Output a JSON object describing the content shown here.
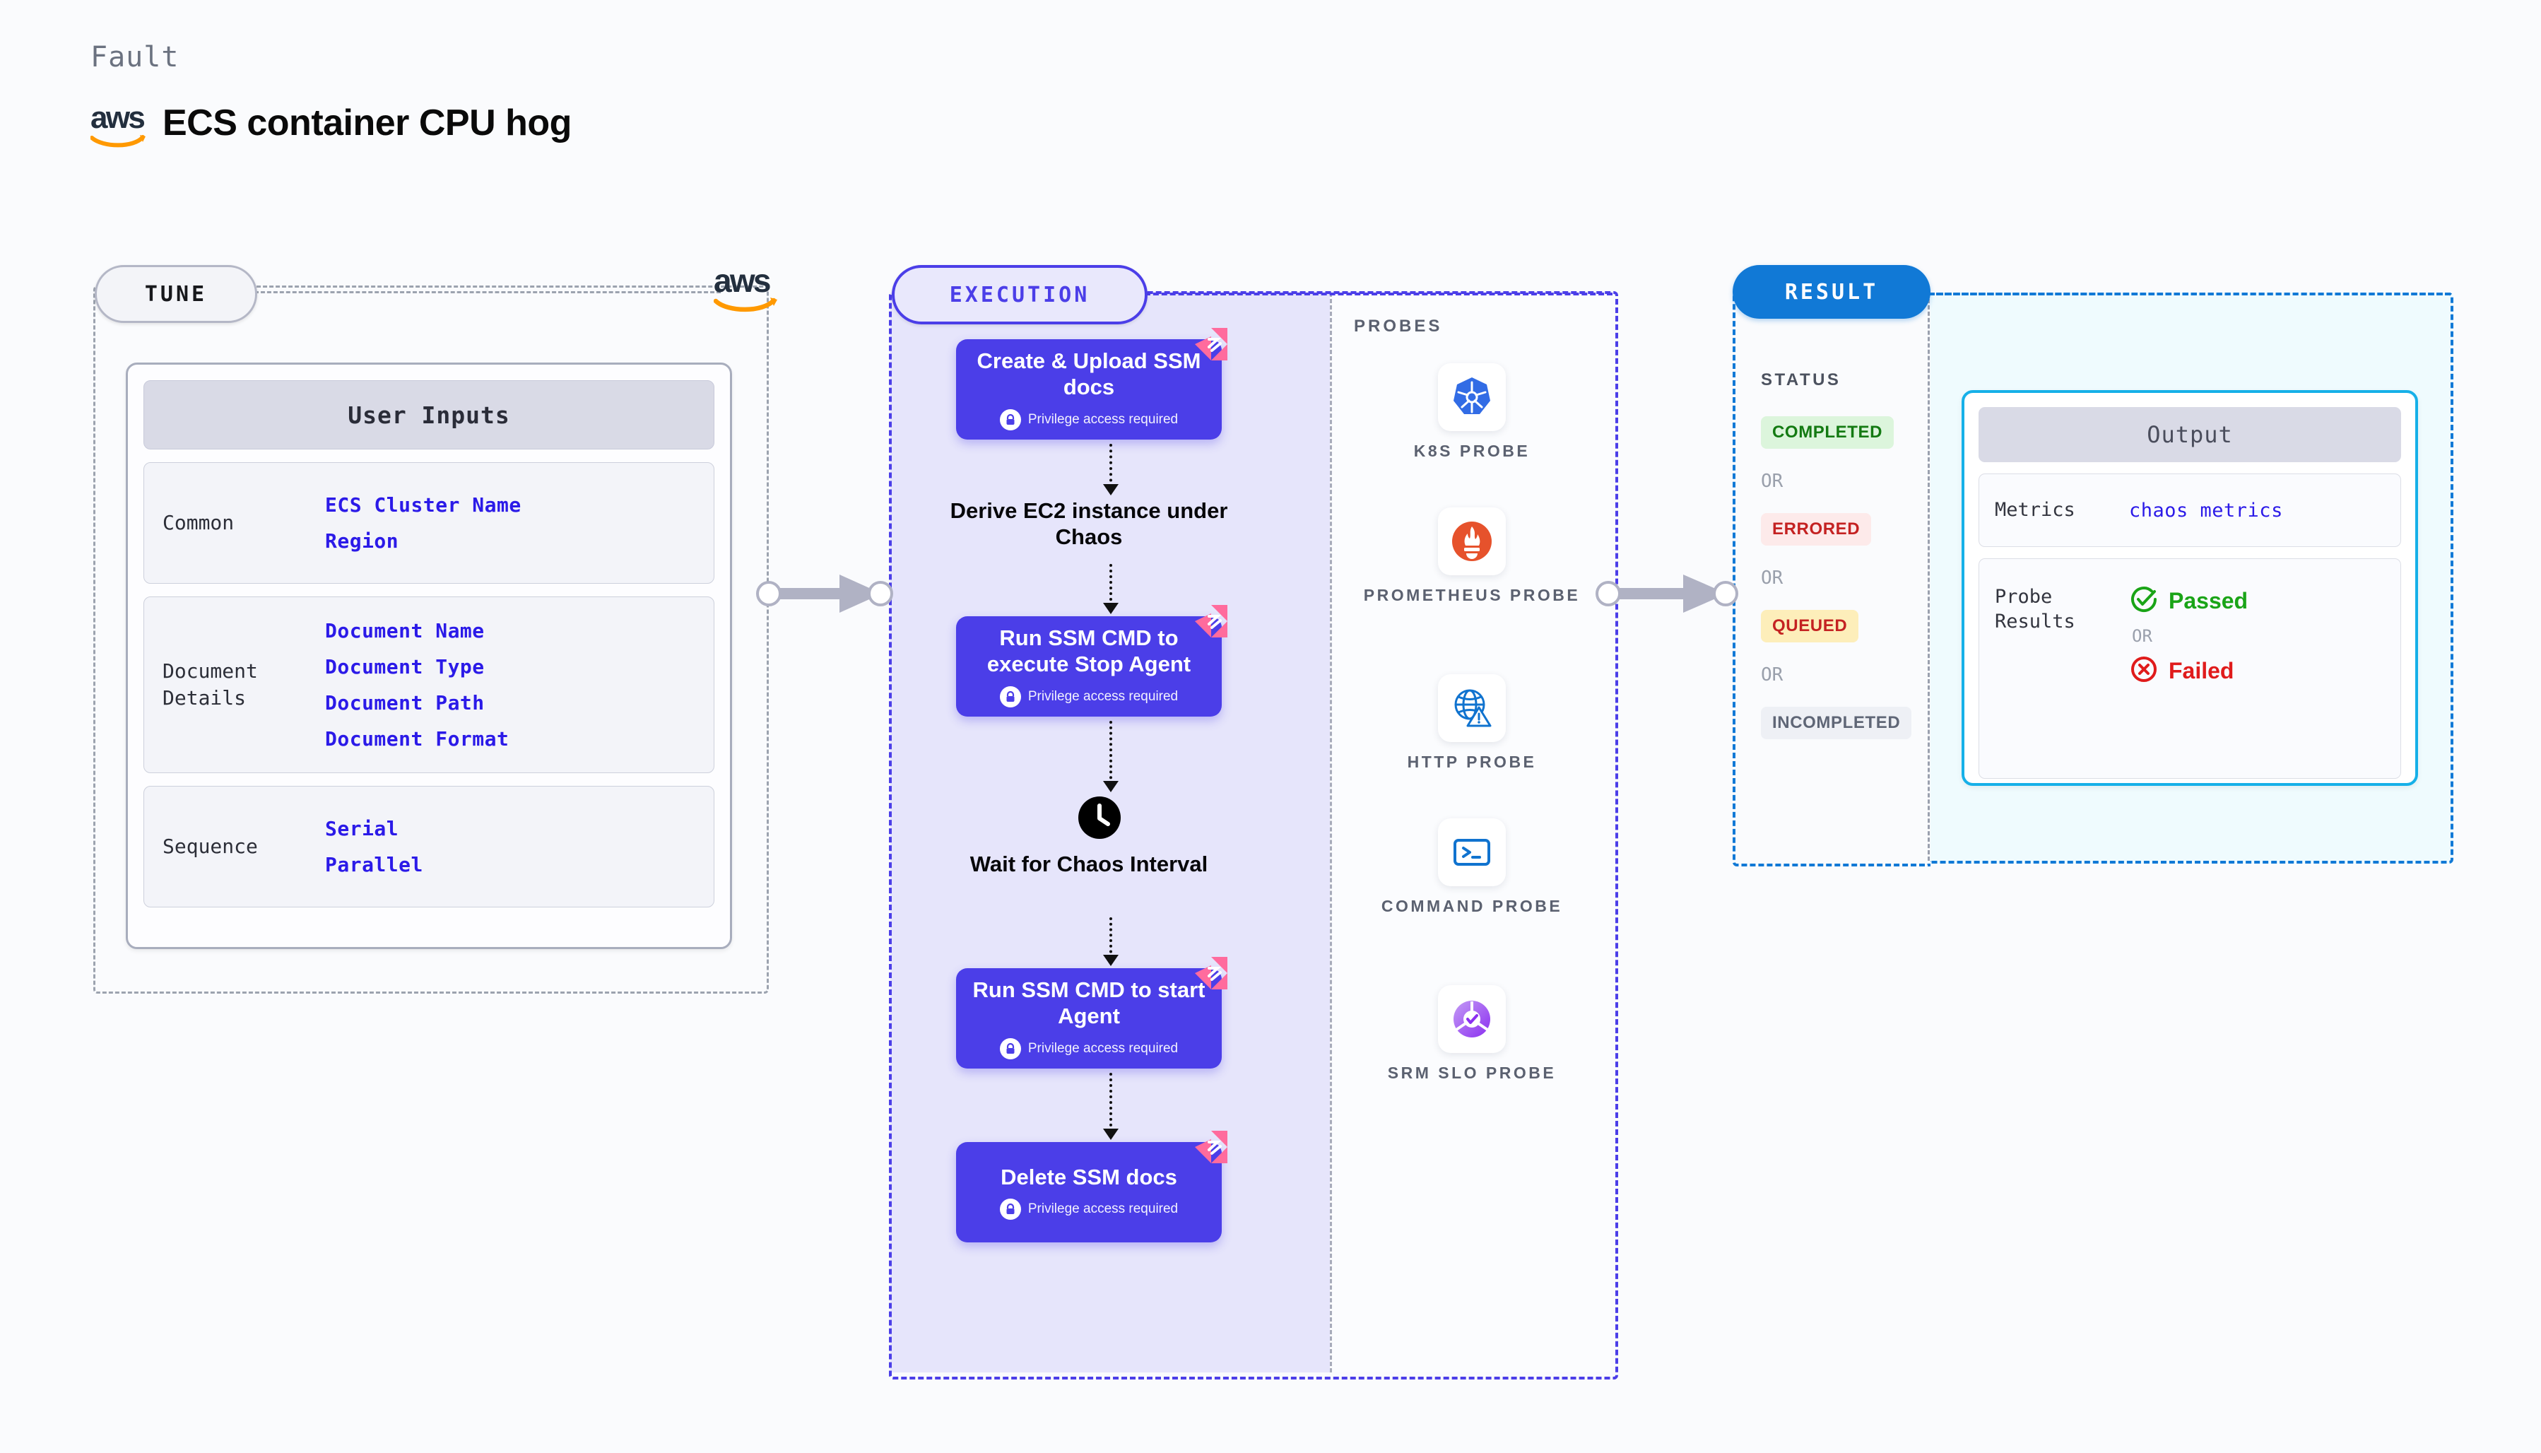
{
  "header": {
    "eyebrow": "Fault",
    "title": "ECS container CPU hog",
    "logo_icon": "aws-logo",
    "aws_word": "aws"
  },
  "colors": {
    "accent_purple": "#4b3ee8",
    "accent_blue": "#1179d6",
    "accent_cyan": "#16b0e8",
    "value_blue": "#2b1ae8",
    "chaos_pink": "#ff6b9d",
    "aws_orange": "#ff9900",
    "k8s_blue": "#326ce5",
    "prometheus_orange": "#e6522c",
    "success_green": "#1aa417",
    "error_red": "#cc1f1f"
  },
  "tune": {
    "pill_label": "TUNE",
    "aws_mark": "aws-logo",
    "card_title": "User Inputs",
    "groups": [
      {
        "label": "Common",
        "values": [
          "ECS Cluster Name",
          "Region"
        ]
      },
      {
        "label": "Document Details",
        "values": [
          "Document Name",
          "Document Type",
          "Document Path",
          "Document Format"
        ]
      },
      {
        "label": "Sequence",
        "values": [
          "Serial",
          "Parallel"
        ]
      }
    ]
  },
  "connectors": [
    {
      "name": "tune-to-execution",
      "icon": "arrow-right-icon"
    },
    {
      "name": "execution-to-result",
      "icon": "arrow-right-icon"
    }
  ],
  "execution": {
    "pill_label": "EXECUTION",
    "privilege_note": "Privilege access required",
    "lock_icon": "lock-icon",
    "chaos_badge_icon": "chaos-pinwheel-icon",
    "clock_icon": "clock-icon",
    "steps": [
      {
        "type": "card",
        "title": "Create & Upload SSM docs",
        "privileged": true
      },
      {
        "type": "plain",
        "title": "Derive EC2 instance under Chaos",
        "privileged": false,
        "icon": ""
      },
      {
        "type": "card",
        "title": "Run SSM CMD to execute Stop Agent",
        "privileged": true
      },
      {
        "type": "plain",
        "title": "Wait for Chaos Interval",
        "privileged": false,
        "icon": "clock-icon"
      },
      {
        "type": "card",
        "title": "Run SSM CMD to start Agent",
        "privileged": true
      },
      {
        "type": "card",
        "title": "Delete SSM docs",
        "privileged": true
      }
    ]
  },
  "probes": {
    "title": "PROBES",
    "items": [
      {
        "label": "K8S PROBE",
        "icon": "kubernetes-icon"
      },
      {
        "label": "PROMETHEUS PROBE",
        "icon": "prometheus-icon"
      },
      {
        "label": "HTTP PROBE",
        "icon": "http-globe-icon"
      },
      {
        "label": "COMMAND PROBE",
        "icon": "terminal-icon"
      },
      {
        "label": "SRM SLO PROBE",
        "icon": "srm-slo-icon"
      }
    ]
  },
  "result": {
    "pill_label": "RESULT",
    "status_title": "STATUS",
    "or_label": "OR",
    "statuses": [
      {
        "label": "COMPLETED",
        "color": "#137a12",
        "bg": "#dcf5dc"
      },
      {
        "label": "ERRORED",
        "color": "#c42222",
        "bg": "#fdeaea"
      },
      {
        "label": "QUEUED",
        "color": "#c42222",
        "bg": "#fdeeba"
      },
      {
        "label": "INCOMPLETED",
        "color": "#5f6676",
        "bg": "#eef0f5"
      }
    ],
    "output": {
      "title": "Output",
      "metrics_label": "Metrics",
      "metrics_value": "chaos metrics",
      "probe_results_label": "Probe Results",
      "or_label": "OR",
      "passed_label": "Passed",
      "failed_label": "Failed",
      "passed_icon": "check-circle-icon",
      "failed_icon": "x-circle-icon"
    }
  }
}
